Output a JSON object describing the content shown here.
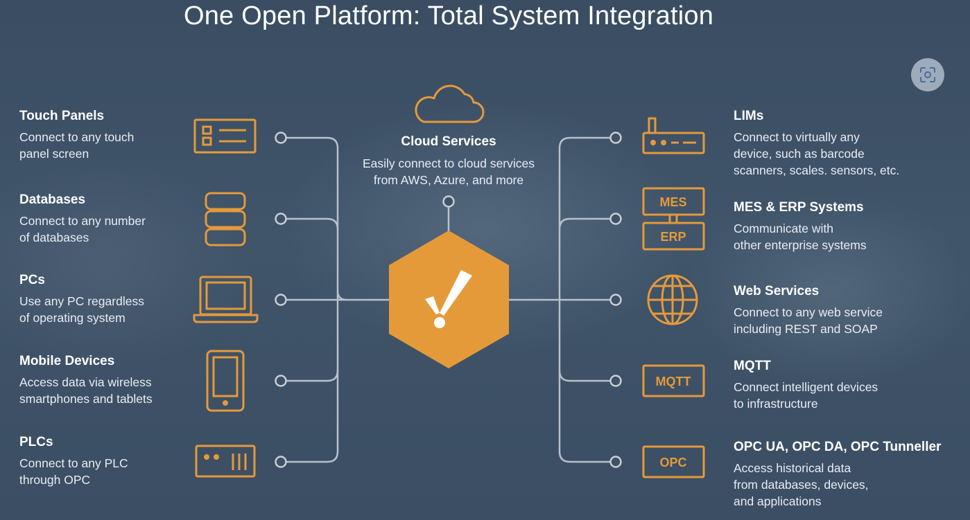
{
  "title": "One Open Platform: Total System Integration",
  "colors": {
    "accent": "#e59a3a",
    "line": "#b9c1c9",
    "text": "#ffffff"
  },
  "center": {
    "icon": "exclamation-logo-icon"
  },
  "cloud": {
    "label": "Cloud Services",
    "description": "Easily connect to cloud services\nfrom AWS, Azure, and more",
    "icon": "cloud-icon"
  },
  "left_items": [
    {
      "label": "Touch Panels",
      "description": "Connect to any touch\npanel screen",
      "icon": "touch-panel-icon"
    },
    {
      "label": "Databases",
      "description": "Connect to any number\nof databases",
      "icon": "database-icon"
    },
    {
      "label": "PCs",
      "description": "Use any PC regardless\nof operating system",
      "icon": "laptop-icon"
    },
    {
      "label": "Mobile Devices",
      "description": "Access data via wireless\nsmartphones and tablets",
      "icon": "mobile-phone-icon"
    },
    {
      "label": "PLCs",
      "description": "Connect to any PLC\nthrough OPC",
      "icon": "plc-icon"
    }
  ],
  "right_items": [
    {
      "label": "LIMs",
      "description": "Connect to virtually any\ndevice, such as barcode\nscanners, scales. sensors, etc.",
      "icon": "router-device-icon"
    },
    {
      "label": "MES & ERP Systems",
      "description": "Communicate with\nother enterprise systems",
      "icon": "mes-erp-icon",
      "badges": [
        "MES",
        "ERP"
      ]
    },
    {
      "label": "Web Services",
      "description": "Connect to any web service\nincluding REST and SOAP",
      "icon": "globe-icon"
    },
    {
      "label": "MQTT",
      "description": "Connect intelligent devices\nto infrastructure",
      "icon": "mqtt-icon",
      "badge": "MQTT"
    },
    {
      "label": "OPC UA, OPC DA, OPC Tunneller",
      "description": "Access historical data\nfrom databases, devices,\nand applications",
      "icon": "opc-icon",
      "badge": "OPC"
    }
  ],
  "overlay": {
    "icon": "screenshot-focus-icon"
  }
}
